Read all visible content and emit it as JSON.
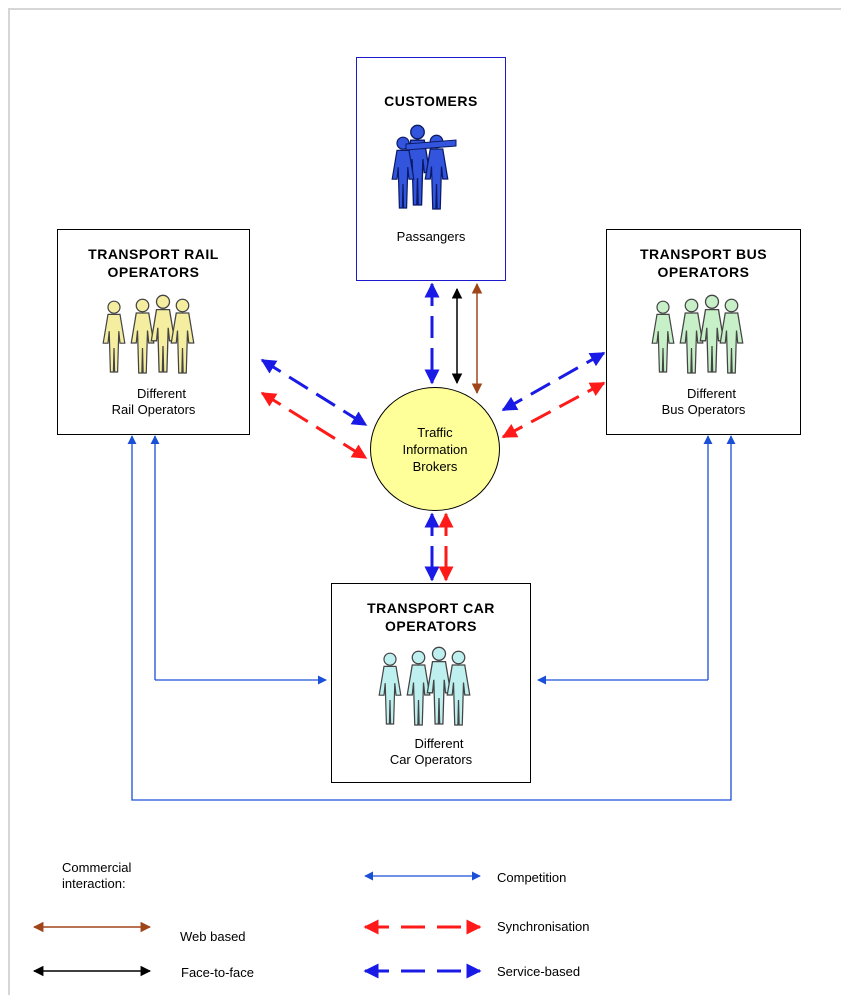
{
  "customers": {
    "title": "CUSTOMERS",
    "subtitle": "Passangers"
  },
  "rail": {
    "title_line1": "TRANSPORT RAIL",
    "title_line2": "OPERATORS",
    "sub_line1": "Different",
    "sub_line2": "Rail Operators"
  },
  "bus": {
    "title_line1": "TRANSPORT BUS",
    "title_line2": "OPERATORS",
    "sub_line1": "Different",
    "sub_line2": "Bus Operators"
  },
  "car": {
    "title_line1": "TRANSPORT CAR",
    "title_line2": "OPERATORS",
    "sub_line1": "Different",
    "sub_line2": "Car Operators"
  },
  "hub": {
    "line1": "Traffic",
    "line2": "Information",
    "line3": "Brokers"
  },
  "legend": {
    "heading_line1": "Commercial",
    "heading_line2": "interaction:",
    "web_based": "Web based",
    "face_to_face": "Face-to-face",
    "competition": "Competition",
    "synchronisation": "Synchronisation",
    "service_based": "Service-based"
  },
  "colors": {
    "competition": "#1a4fd6",
    "synchronisation": "#ff1a1a",
    "service_based": "#1a1ae6",
    "web_based": "#a0441a",
    "face_to_face": "#000000",
    "rail_people": "#f5eea0",
    "bus_people": "#c8f0c8",
    "car_people": "#bff0f0",
    "customer_people": "#3355dd",
    "hub_fill": "#ffff99"
  }
}
